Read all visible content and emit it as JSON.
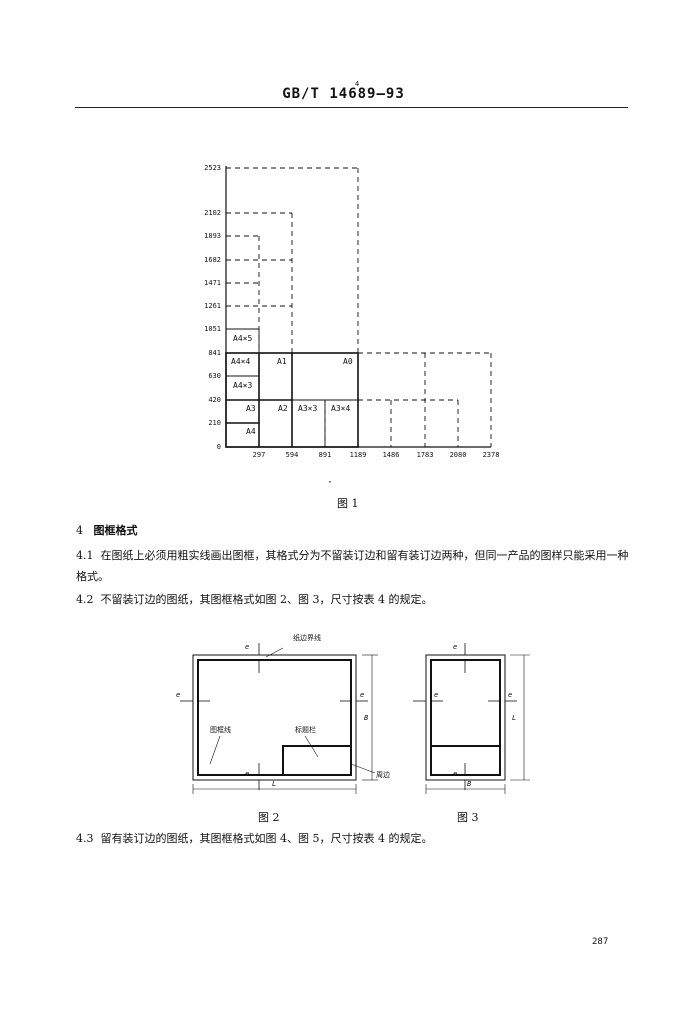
{
  "header": {
    "title": "GB/T 14689—93",
    "small_mark": "4"
  },
  "figure1": {
    "caption": "图 1",
    "y_ticks": [
      "2523",
      "2102",
      "1893",
      "1682",
      "1471",
      "1261",
      "1051",
      "841",
      "630",
      "420",
      "210",
      "0"
    ],
    "x_ticks": [
      "297",
      "594",
      "891",
      "1189",
      "1486",
      "1783",
      "2080",
      "2378"
    ],
    "labels": [
      "A4×5",
      "A4×4",
      "A1",
      "A0",
      "A4×3",
      "A3",
      "A2",
      "A3×3",
      "A3×4",
      "A4"
    ],
    "dot": "·"
  },
  "section4": {
    "number": "4",
    "title": "图框格式",
    "p41_num": "4.1",
    "p41_text": "在图纸上必须用粗实线画出图框，其格式分为不留装订边和留有装订边两种，但同一产品的图样只能采用一种格式。",
    "p42_num": "4.2",
    "p42_text": "不留装订边的图纸，其图框格式如图 2、图 3，尺寸按表 4 的规定。",
    "p43_num": "4.3",
    "p43_text": "留有装订边的图纸，其图框格式如图 4、图 5，尺寸按表 4 的规定。"
  },
  "figure2": {
    "caption": "图 2",
    "label_paper_edge": "纸边界线",
    "label_frame": "图框线",
    "label_title_block": "标题栏",
    "label_perimeter": "周边",
    "dim_e": "e",
    "dim_B": "B",
    "dim_L": "L"
  },
  "figure3": {
    "caption": "图 3",
    "dim_e": "e",
    "dim_B": "B",
    "dim_L": "L"
  },
  "page_number": "287"
}
